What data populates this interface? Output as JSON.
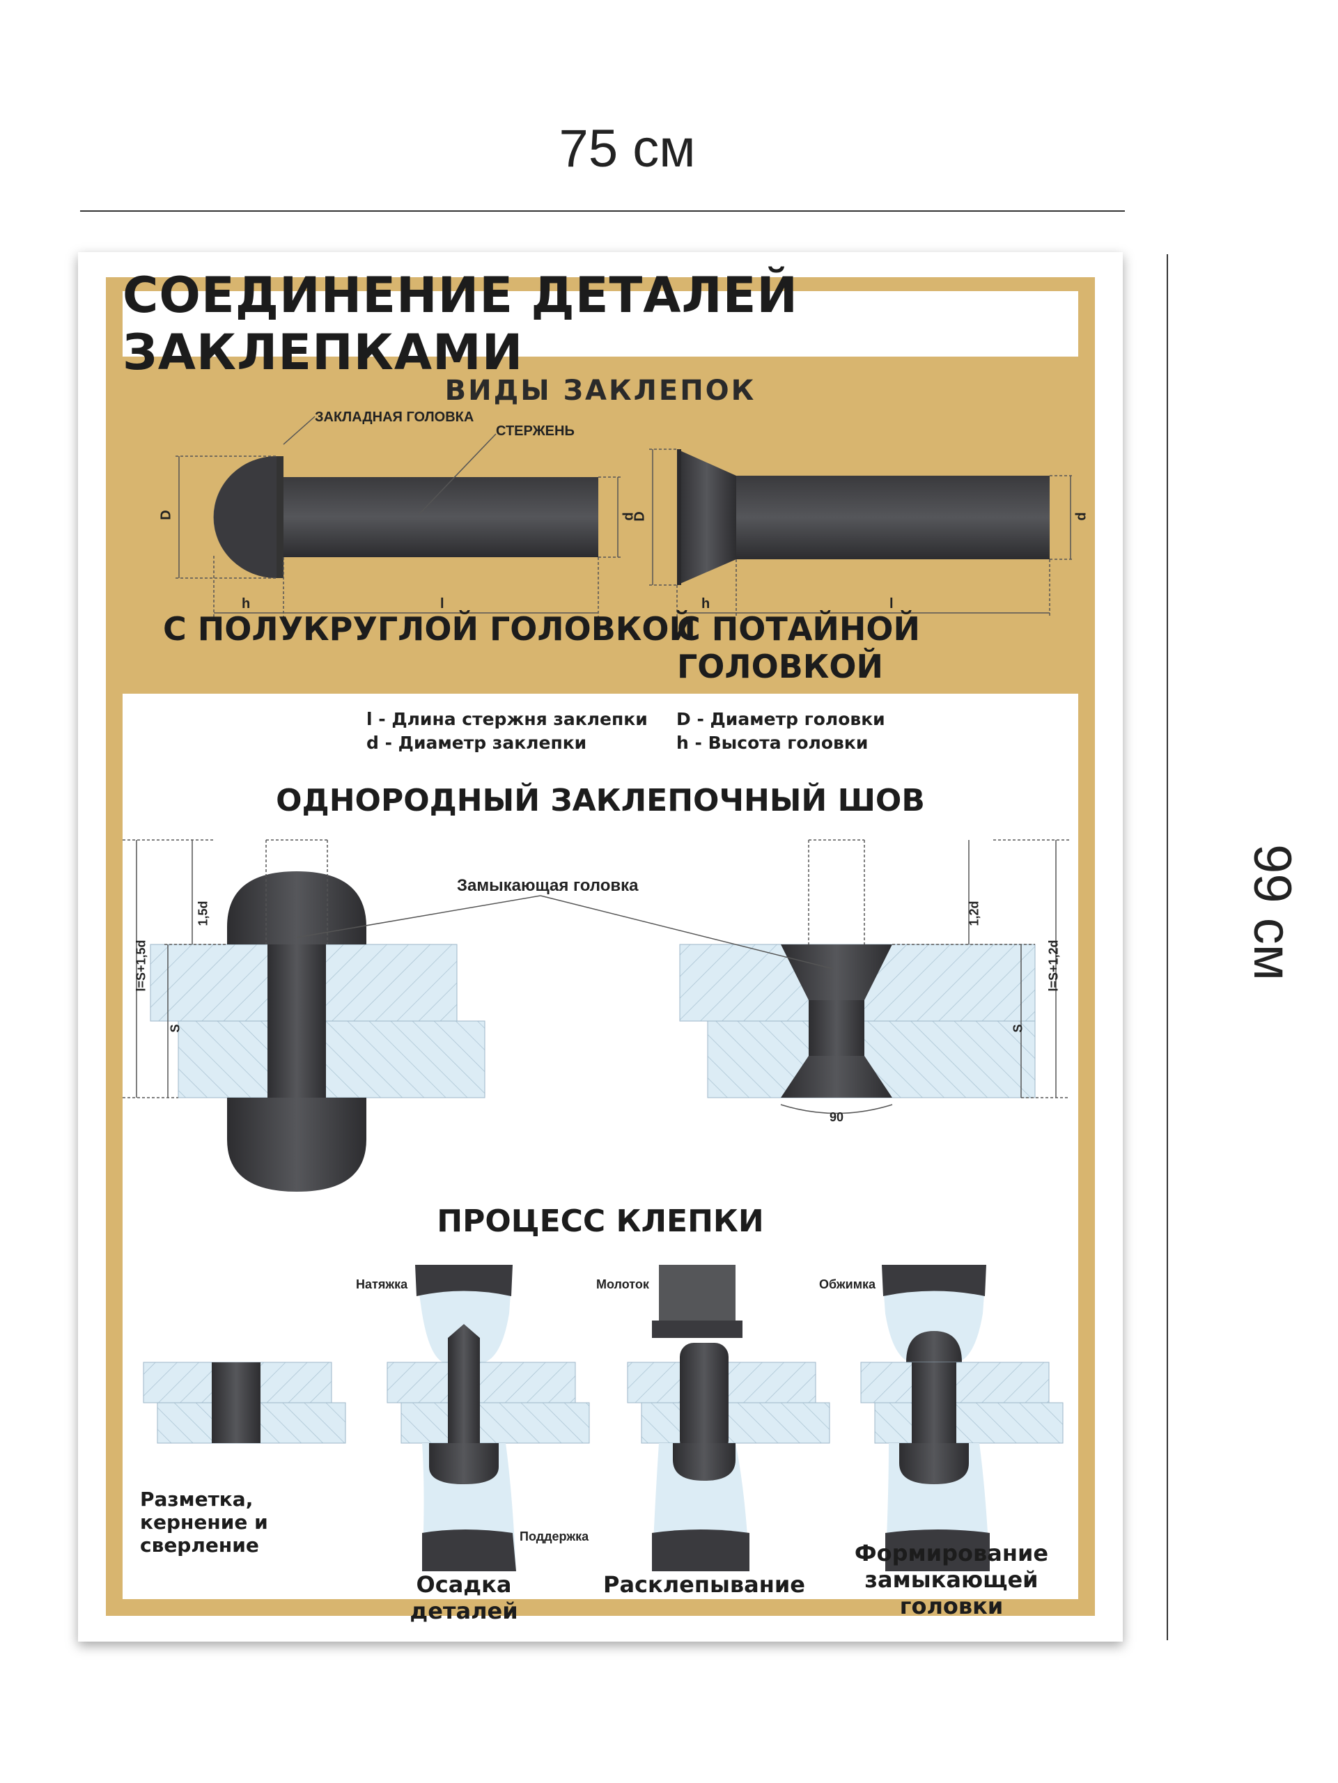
{
  "dimensions": {
    "width_label": "75 см",
    "height_label": "99 см"
  },
  "poster": {
    "title": "СОЕДИНЕНИЕ ДЕТАЛЕЙ ЗАКЛЕПКАМИ",
    "types_title": "ВИДЫ ЗАКЛЕПОК",
    "rivet1": {
      "head_label": "ЗАКЛАДНАЯ ГОЛОВКА",
      "shank_label": "СТЕРЖЕНЬ",
      "D": "D",
      "d": "d",
      "h": "h",
      "l": "l",
      "caption": "С ПОЛУКРУГЛОЙ ГОЛОВКОЙ"
    },
    "rivet2": {
      "D": "D",
      "d": "d",
      "h": "h",
      "l": "l",
      "caption": "С ПОТАЙНОЙ ГОЛОВКОЙ"
    },
    "legend": [
      "l - Длина стержня заклепки",
      "d - Диаметр заклепки",
      "D - Диаметр головки",
      "h - Высота головки"
    ],
    "seam": {
      "title": "ОДНОРОДНЫЙ ЗАКЛЕПОЧНЫЙ ШОВ",
      "closing_head": "Замыкающая головка",
      "left": {
        "h_label": "1,5d",
        "l_label": "l=S+1,5d",
        "s_label": "S"
      },
      "right": {
        "h_label": "1,2d",
        "l_label": "l=S+1,2d",
        "s_label": "S",
        "angle_label": "90"
      }
    },
    "process": {
      "title": "ПРОЦЕСС КЛЕПКИ",
      "tools": {
        "pull": "Натяжка",
        "hammer": "Молоток",
        "crimp": "Обжимка",
        "support": "Поддержка"
      },
      "steps": [
        "Разметка,\nкернение и сверление",
        "Осадка деталей",
        "Расклепывание",
        "Формирование\nзамыкающей головки"
      ]
    }
  }
}
